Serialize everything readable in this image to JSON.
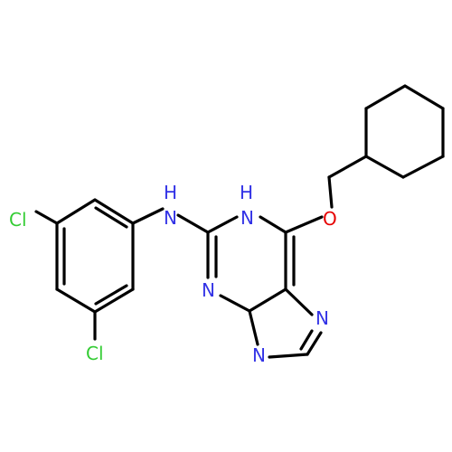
{
  "molecule": {
    "colors": {
      "bond": "#000000",
      "nitrogen": "#3333e6",
      "oxygen": "#e60000",
      "chlorine": "#33cc33",
      "background": "#ffffff"
    },
    "labels": {
      "cl_top": "Cl",
      "cl_bottom": "Cl",
      "nh_linker_h": "H",
      "nh_linker_n": "N",
      "n1_h": "H",
      "n1": "N",
      "n3": "N",
      "n7": "N",
      "n9": "N",
      "oxygen": "O"
    }
  }
}
